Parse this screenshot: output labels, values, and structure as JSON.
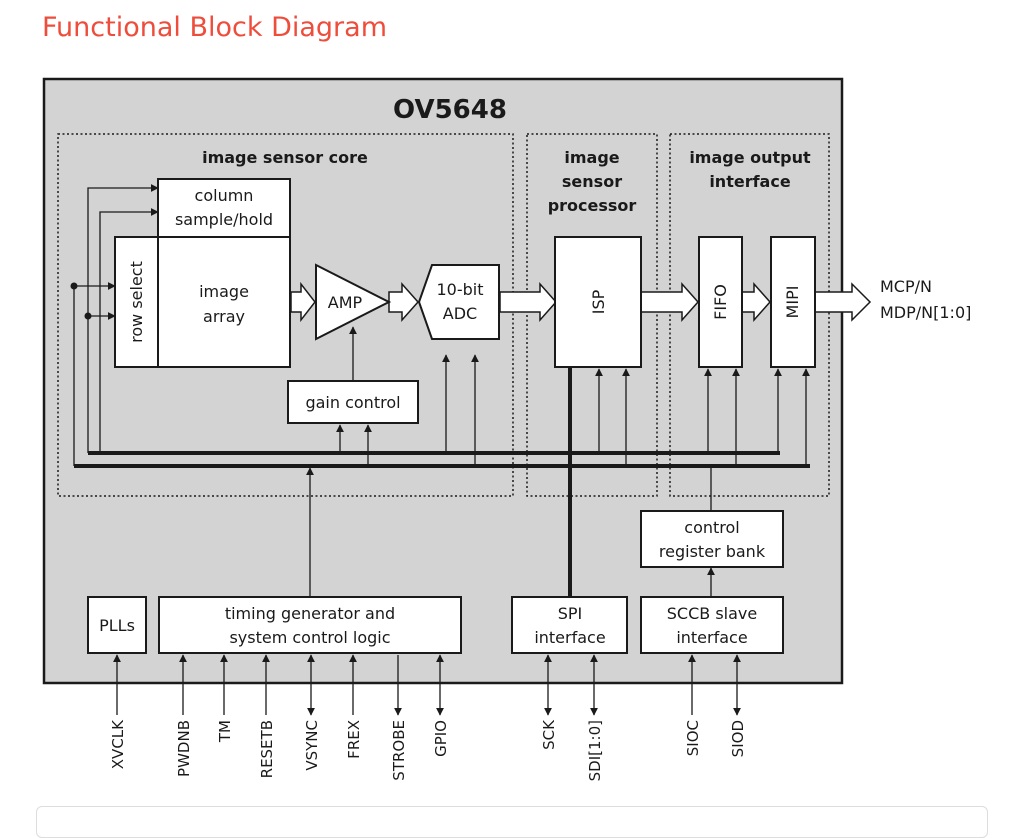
{
  "heading": "Functional Block Diagram",
  "chip_name": "OV5648",
  "sections": {
    "core": "image sensor core",
    "isp": [
      "image",
      "sensor",
      "processor"
    ],
    "output": [
      "image output",
      "interface"
    ]
  },
  "blocks": {
    "column": [
      "column",
      "sample/hold"
    ],
    "row_select": "row select",
    "image_array": [
      "image",
      "array"
    ],
    "amp": "AMP",
    "adc": [
      "10-bit",
      "ADC"
    ],
    "gain": "gain control",
    "isp": "ISP",
    "fifo": "FIFO",
    "mipi": "MIPI",
    "control": [
      "control",
      "register bank"
    ],
    "plls": "PLLs",
    "timing": [
      "timing generator and",
      "system control logic"
    ],
    "spi": [
      "SPI",
      "interface"
    ],
    "sccb": [
      "SCCB slave",
      "interface"
    ]
  },
  "outputs": [
    "MCP/N",
    "MDP/N[1:0]"
  ],
  "pins": {
    "xvclk": "XVCLK",
    "pwdnb": "PWDNB",
    "tm": "TM",
    "resetb": "RESETB",
    "vsync": "VSYNC",
    "frex": "FREX",
    "strobe": "STROBE",
    "gpio": "GPIO",
    "sck": "SCK",
    "sdi": "SDI[1:0]",
    "sioc": "SIOC",
    "siod": "SIOD"
  }
}
